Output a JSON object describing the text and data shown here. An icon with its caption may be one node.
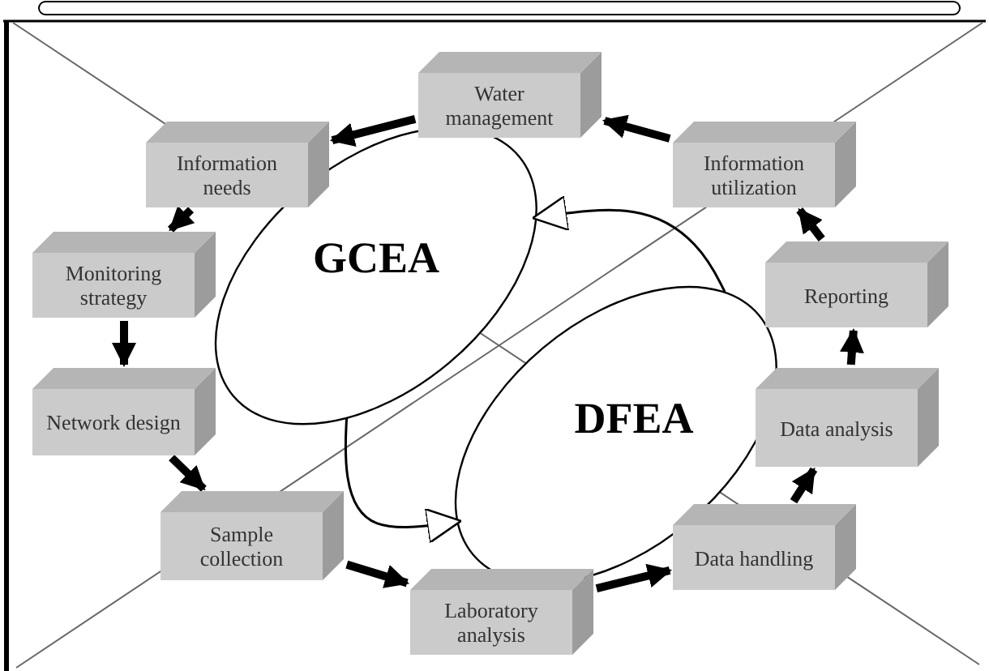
{
  "diagram": {
    "nodes": [
      {
        "text": [
          "Water management"
        ]
      },
      {
        "text": [
          "Information needs"
        ]
      },
      {
        "text": [
          "Monitoring strategy"
        ]
      },
      {
        "text": [
          "Network design"
        ]
      },
      {
        "text": [
          "Sample collection"
        ]
      },
      {
        "text": [
          "Laboratory analysis"
        ]
      },
      {
        "text": [
          "Data handling"
        ]
      },
      {
        "text": [
          "Data analysis"
        ]
      },
      {
        "text": [
          "Reporting"
        ]
      },
      {
        "text": [
          "Information utilization"
        ]
      },
      {
        "text": [
          "GCEA"
        ]
      },
      {
        "text": [
          "DFEA"
        ]
      }
    ],
    "edges": [
      {
        "from": 0,
        "to": 1,
        "arrow": "to"
      },
      {
        "from": 1,
        "to": 2,
        "arrow": "to"
      },
      {
        "from": 2,
        "to": 3,
        "arrow": "to"
      },
      {
        "from": 3,
        "to": 4,
        "arrow": "to"
      },
      {
        "from": 4,
        "to": 5,
        "arrow": "to"
      },
      {
        "from": 5,
        "to": 6,
        "arrow": "to"
      },
      {
        "from": 6,
        "to": 7,
        "arrow": "to"
      },
      {
        "from": 7,
        "to": 8,
        "arrow": "to"
      },
      {
        "from": 8,
        "to": 9,
        "arrow": "to"
      },
      {
        "from": 9,
        "to": 0,
        "arrow": "to"
      },
      {
        "from": 10,
        "to": 11,
        "arrow": "to"
      },
      {
        "from": 11,
        "to": 10,
        "arrow": "to"
      }
    ]
  }
}
